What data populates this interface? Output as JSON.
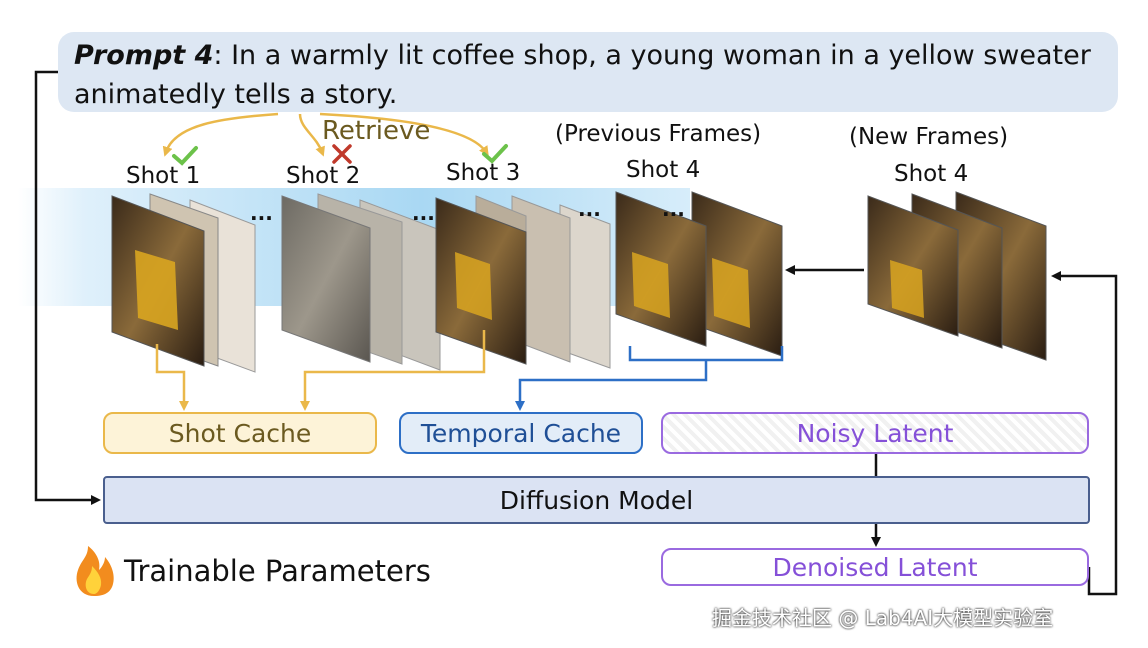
{
  "prompt": {
    "label": "Prompt 4",
    "text": ": In a warmly lit coffee shop, a young woman in a yellow sweater animatedly tells a story."
  },
  "retrieve_label": "Retrieve",
  "shots": [
    {
      "label": "Shot 1",
      "status": "check"
    },
    {
      "label": "Shot 2",
      "status": "cross"
    },
    {
      "label": "Shot 3",
      "status": "check"
    }
  ],
  "previous_frames": {
    "caption": "(Previous Frames)",
    "label": "Shot 4"
  },
  "new_frames": {
    "caption": "(New Frames)",
    "label": "Shot 4"
  },
  "ellipsis": "...",
  "boxes": {
    "shot_cache": "Shot Cache",
    "temporal_cache": "Temporal Cache",
    "noisy_latent": "Noisy Latent",
    "diffusion_model": "Diffusion Model",
    "denoised_latent": "Denoised Latent"
  },
  "legend": {
    "icon": "flame-icon",
    "label": "Trainable Parameters"
  },
  "watermark": "掘金技术社区 @ Lab4AI大模型实验室",
  "colors": {
    "shot_cache_border": "#eab84a",
    "temporal_cache_border": "#2d6fc6",
    "latent_border": "#9a6ae0",
    "diffusion_border": "#4a5f8e",
    "check": "#6cc24a",
    "cross": "#c0392b"
  }
}
